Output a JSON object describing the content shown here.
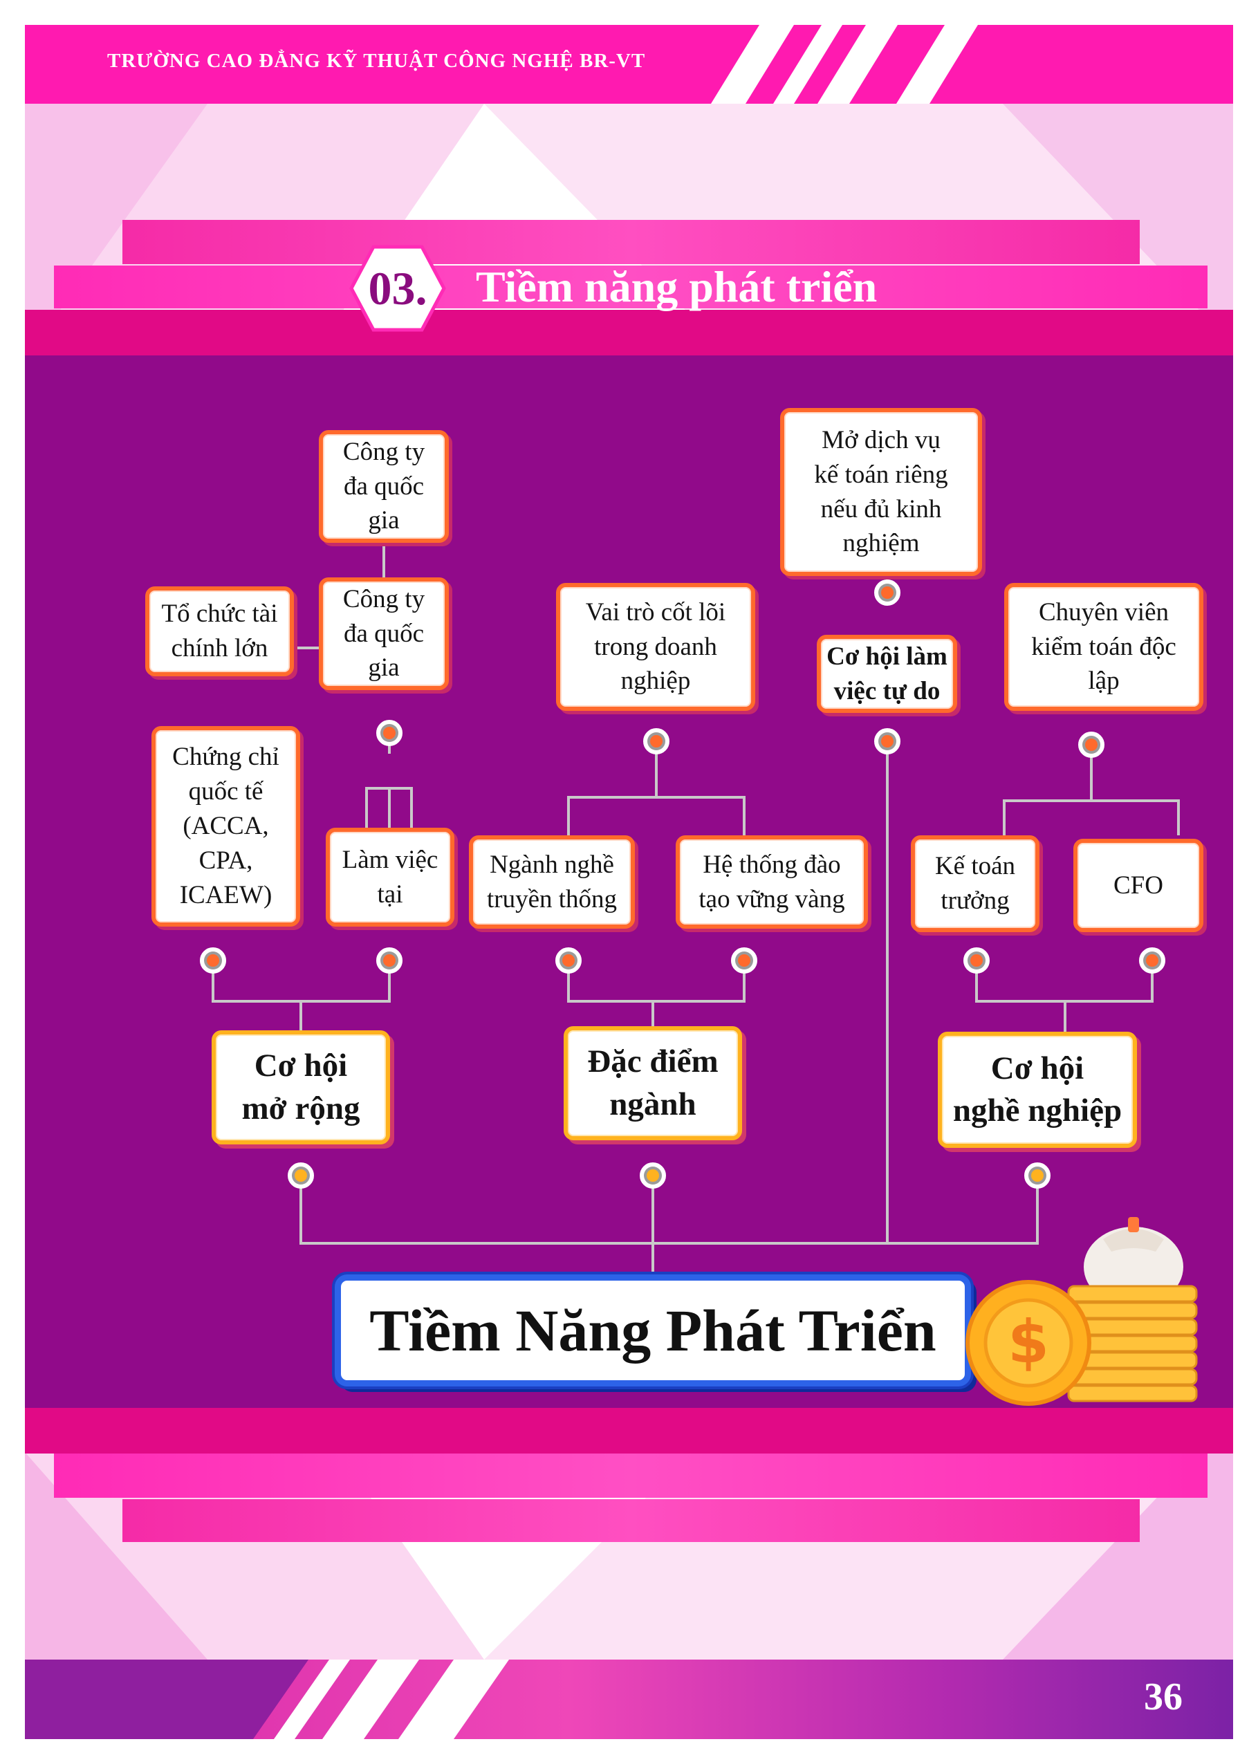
{
  "header": {
    "school_name": "TRƯỜNG CAO ĐẲNG KỸ THUẬT CÔNG NGHỆ BR-VT"
  },
  "section": {
    "number": "03.",
    "title": "Tiềm năng phát triển"
  },
  "diagram": {
    "root": "Tiềm Năng Phát Triển",
    "categories": {
      "expansion": "Cơ hội\nmở rộng",
      "industry": "Đặc điểm\nngành",
      "career": "Cơ hội\nnghề nghiệp"
    },
    "freelance": "Cơ hội làm\nviệc tự do",
    "expansion_items": {
      "certificates": "Chứng chỉ\nquốc tế\n(ACCA,\nCPA,\nICAEW)",
      "work_at": "Làm việc\ntại",
      "financial_orgs": "Tổ chức tài\nchính lớn",
      "multinational_1": "Công ty\nđa quốc\ngia",
      "multinational_2": "Công ty\nđa quốc\ngia"
    },
    "industry_items": {
      "traditional": "Ngành nghề\ntruyền thống",
      "training": "Hệ thống đào\ntạo vững vàng",
      "core_role": "Vai trò cốt lõi\ntrong doanh\nnghiệp"
    },
    "freelance_items": {
      "own_service": "Mở dịch vụ\nkế toán riêng\nnếu đủ kinh\nnghiệm"
    },
    "career_items": {
      "chief_accountant": "Kế toán\ntrưởng",
      "cfo": "CFO",
      "auditor": "Chuyên viên\nkiểm toán độc\nlập"
    }
  },
  "footer": {
    "page_number": "36"
  },
  "colors": {
    "magenta": "#ff1ab0",
    "panel_purple": "#910a8a",
    "box_border": "#ff6a2c",
    "category_border": "#ffb21f",
    "root_border": "#2d63e8"
  }
}
